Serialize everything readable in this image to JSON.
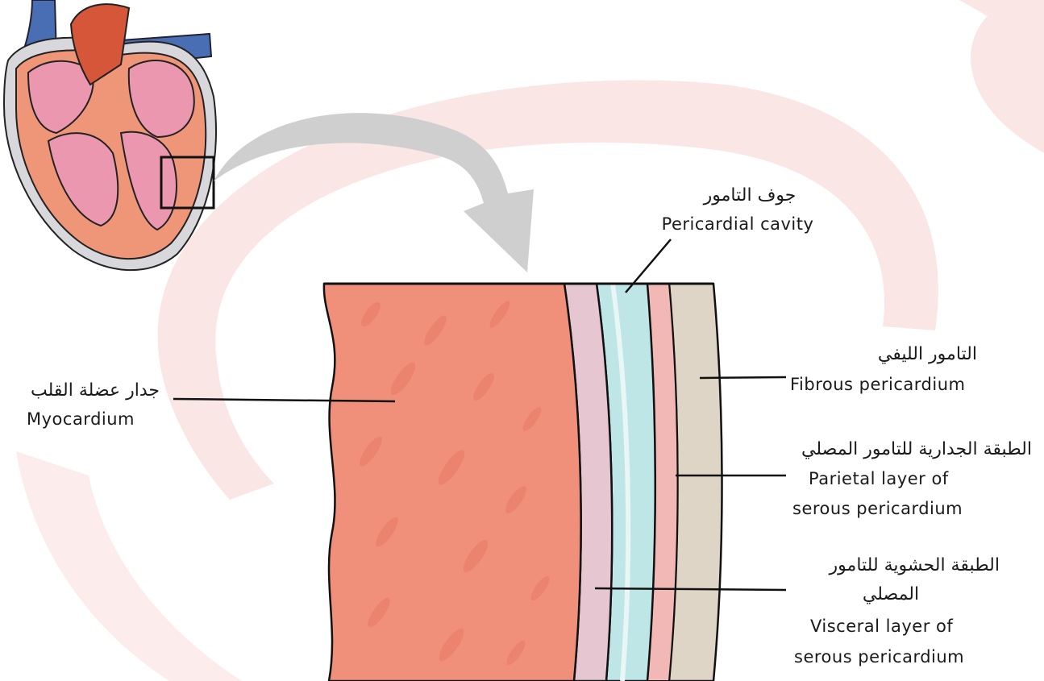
{
  "labels": {
    "pericardial_cavity": {
      "ar": "جوف التامور",
      "en": "Pericardial cavity"
    },
    "myocardium": {
      "ar": "جدار عضلة القلب",
      "en": "Myocardium"
    },
    "fibrous": {
      "ar": "التامور الليفي",
      "en": "Fibrous pericardium"
    },
    "parietal": {
      "ar": "الطبقة الجدارية للتامور المصلي",
      "en1": "Parietal layer of",
      "en2": "serous pericardium"
    },
    "visceral": {
      "ar1": "الطبقة الحشوية للتامور",
      "ar2": "المصلي",
      "en1": "Visceral layer of",
      "en2": "serous pericardium"
    }
  },
  "colors": {
    "myocardium": "#f0907a",
    "visceral": "#e6c6d0",
    "cavity": "#bfe6e6",
    "parietal": "#f2b8b6",
    "fibrous": "#ded5c6",
    "watermark": "#fbe4e4",
    "arrow": "#cccccc",
    "heart_chamber": "#ec97b0",
    "heart_wall": "#f09678",
    "aorta": "#d6563a",
    "vein": "#4a6eb4"
  }
}
